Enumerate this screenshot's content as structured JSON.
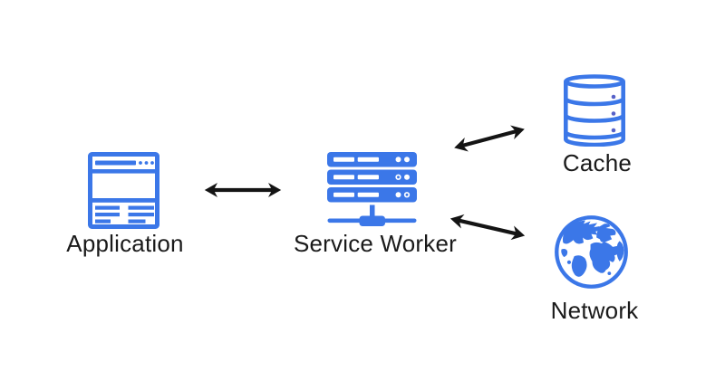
{
  "diagram": {
    "type": "architecture-flow",
    "nodes": [
      {
        "id": "application",
        "label": "Application",
        "icon": "browser-window-icon"
      },
      {
        "id": "service-worker",
        "label": "Service Worker",
        "icon": "server-stack-icon"
      },
      {
        "id": "cache",
        "label": "Cache",
        "icon": "database-cylinder-icon"
      },
      {
        "id": "network",
        "label": "Network",
        "icon": "globe-icon"
      }
    ],
    "edges": [
      {
        "from": "Application",
        "to": "Service Worker",
        "direction": "bidirectional"
      },
      {
        "from": "Service Worker",
        "to": "Cache",
        "direction": "bidirectional"
      },
      {
        "from": "Service Worker",
        "to": "Network",
        "direction": "bidirectional"
      }
    ],
    "colors": {
      "icon_blue": "#3b77e8",
      "cache_dot": "#5661c8",
      "arrow_black": "#141414",
      "label_text": "#1a1a1a",
      "background": "#ffffff"
    }
  }
}
